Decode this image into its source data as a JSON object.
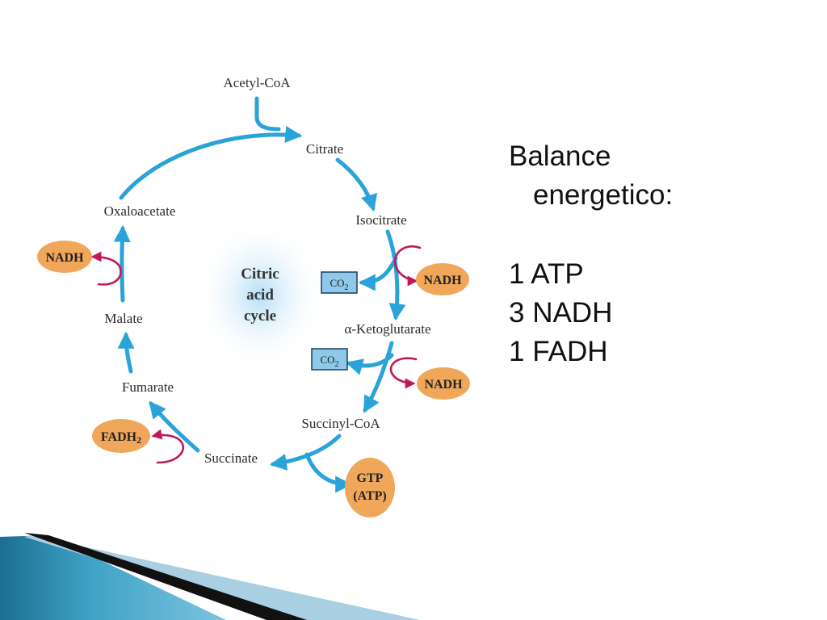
{
  "diagram": {
    "center_label": [
      "Citric",
      "acid",
      "cycle"
    ],
    "metabolites": {
      "acetyl_coa": "Acetyl-CoA",
      "citrate": "Citrate",
      "isocitrate": "Isocitrate",
      "alpha_ketoglutarate": "α-Ketoglutarate",
      "succinyl_coa": "Succinyl-CoA",
      "succinate": "Succinate",
      "fumarate": "Fumarate",
      "malate": "Malate",
      "oxaloacetate": "Oxaloacetate"
    },
    "products": {
      "nadh_isocitrate": "NADH",
      "co2_isocitrate": "CO",
      "co2_isocitrate_sub": "2",
      "nadh_ketoglutarate": "NADH",
      "co2_ketoglutarate": "CO",
      "co2_ketoglutarate_sub": "2",
      "gtp_line1": "GTP",
      "gtp_line2": "(ATP)",
      "fadh2": "FADH",
      "fadh2_sub": "2",
      "nadh_malate": "NADH"
    },
    "colors": {
      "cycle_arrow": "#2aa3d8",
      "cofactor_arrow": "#c2185b",
      "cofactor_fill": "#f0a75a",
      "co2_fill": "#8ec9ea"
    }
  },
  "balance": {
    "title_line1": "Balance",
    "title_line2": "energetico:",
    "items": [
      "1 ATP",
      "3 NADH",
      "1 FADH"
    ]
  }
}
